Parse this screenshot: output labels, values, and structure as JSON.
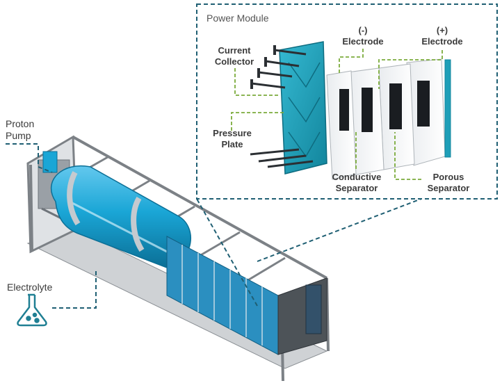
{
  "colors": {
    "dashed_callout": "#1f5f73",
    "leader_green": "#7bab3b",
    "tank_blue": "#1aa6d6",
    "module_teal": "#1e9fb8",
    "frame_gray": "#8a8f94",
    "label_text": "#3a3a3a"
  },
  "inset": {
    "title": "Power Module"
  },
  "labels": {
    "neg_electrode": {
      "line1": "(-)",
      "line2": "Electrode"
    },
    "pos_electrode": {
      "line1": "(+)",
      "line2": "Electrode"
    },
    "current_collector": {
      "line1": "Current",
      "line2": "Collector"
    },
    "pressure_plate": {
      "line1": "Pressure",
      "line2": "Plate"
    },
    "conductive_separator": {
      "line1": "Conductive",
      "line2": "Separator"
    },
    "porous_separator": {
      "line1": "Porous",
      "line2": "Separator"
    },
    "proton_pump": {
      "line1": "Proton",
      "line2": "Pump"
    },
    "electrolyte": "Electrolyte"
  },
  "icons": {
    "electrolyte": "flask-icon"
  }
}
